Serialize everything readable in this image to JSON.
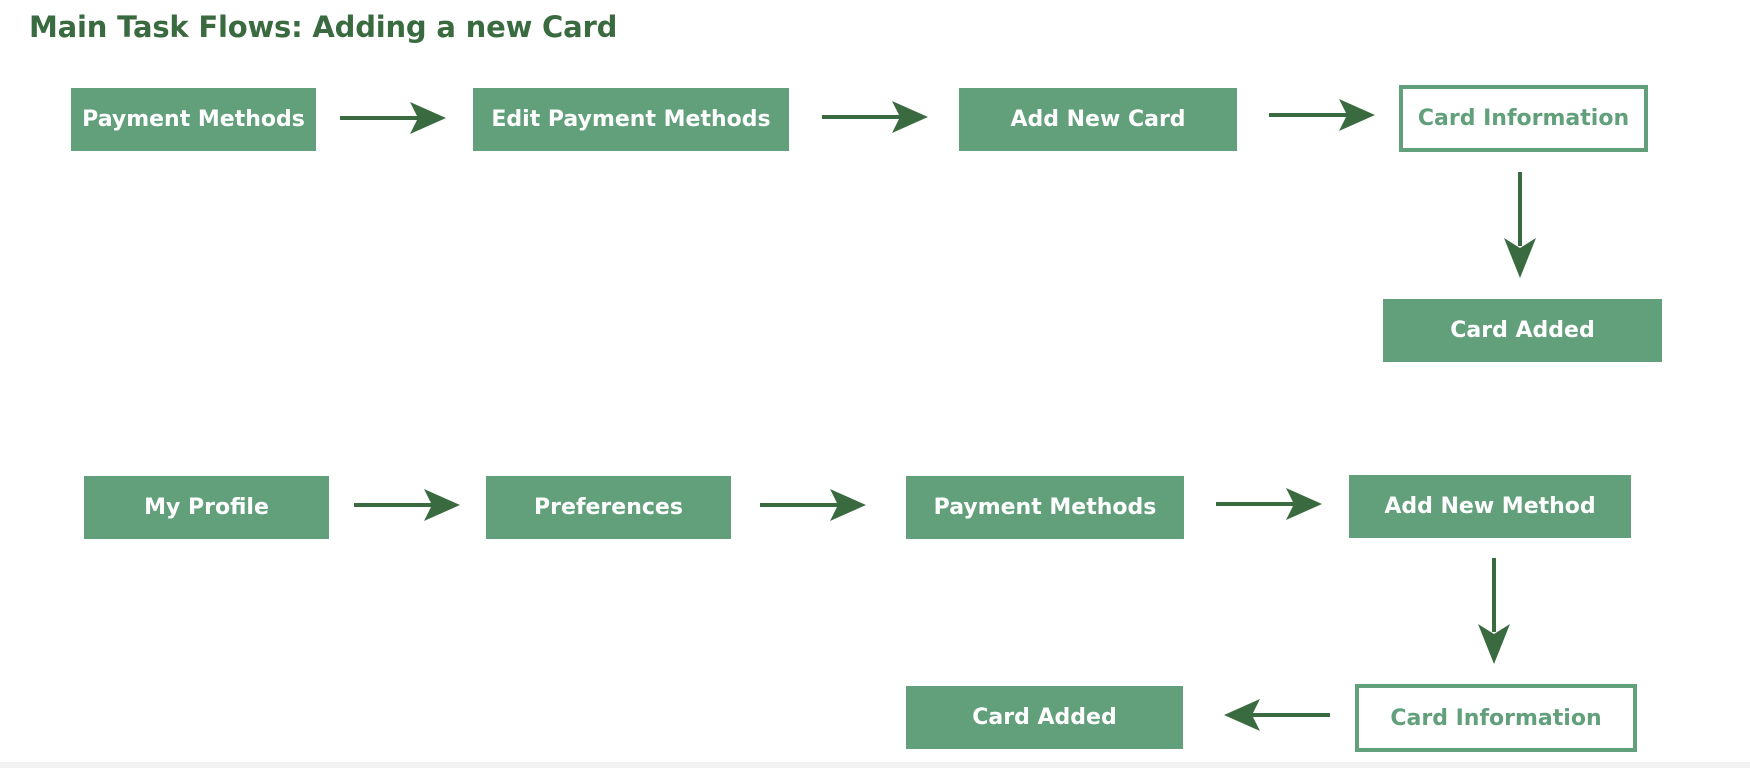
{
  "title": "Main Task Flows: Adding a new Card",
  "colors": {
    "node_fill": "#62a07c",
    "node_text": "#ffffff",
    "arrow": "#3a6b40",
    "title": "#3a6b40"
  },
  "flow1": {
    "steps": [
      {
        "label": "Payment Methods",
        "style": "filled"
      },
      {
        "label": "Edit Payment Methods",
        "style": "filled"
      },
      {
        "label": "Add New Card",
        "style": "filled"
      },
      {
        "label": "Card Information",
        "style": "outlined"
      },
      {
        "label": "Card Added",
        "style": "filled"
      }
    ]
  },
  "flow2": {
    "steps": [
      {
        "label": "My Profile",
        "style": "filled"
      },
      {
        "label": "Preferences",
        "style": "filled"
      },
      {
        "label": "Payment Methods",
        "style": "filled"
      },
      {
        "label": "Add New Method",
        "style": "filled"
      },
      {
        "label": "Card Information",
        "style": "outlined"
      },
      {
        "label": "Card Added",
        "style": "filled"
      }
    ]
  }
}
